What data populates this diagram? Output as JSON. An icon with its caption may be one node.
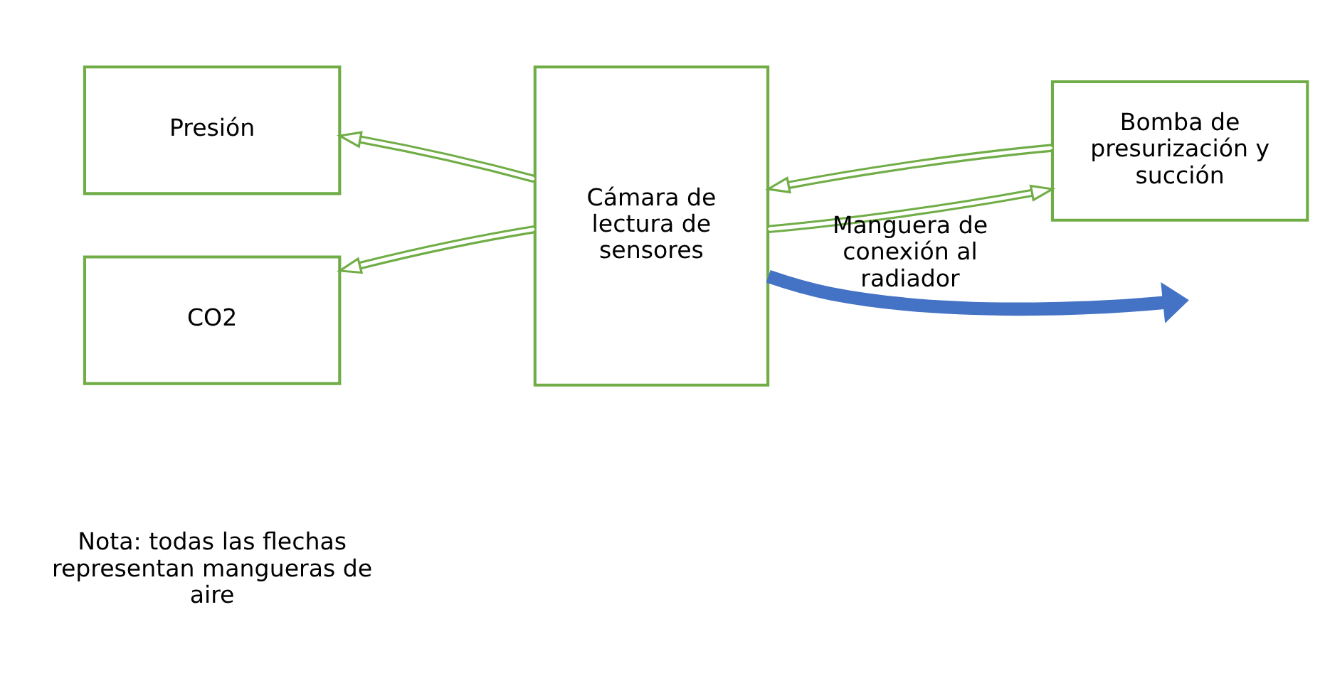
{
  "diagram": {
    "nodes": [
      {
        "text": [
          "Presión"
        ]
      },
      {
        "text": [
          "CO2"
        ]
      },
      {
        "text": [
          "Cámara de lectura de sensores"
        ]
      },
      {
        "text": [
          "Bomba de presurización y succión"
        ]
      }
    ],
    "edges": [
      {
        "from": 2,
        "to": 0,
        "arrow": "to"
      },
      {
        "from": 2,
        "to": 1,
        "arrow": "to"
      },
      {
        "from": 2,
        "to": 3,
        "arrow": "to"
      },
      {
        "from": 3,
        "to": 2,
        "arrow": "to"
      },
      {
        "from": 2,
        "to": null,
        "arrow": "to",
        "label": "Manguera de conexión al radiador",
        "style": "thick",
        "color": "#4472c4"
      }
    ],
    "labels": [
      "Nota: todas las flechas representan mangueras de aire"
    ]
  }
}
